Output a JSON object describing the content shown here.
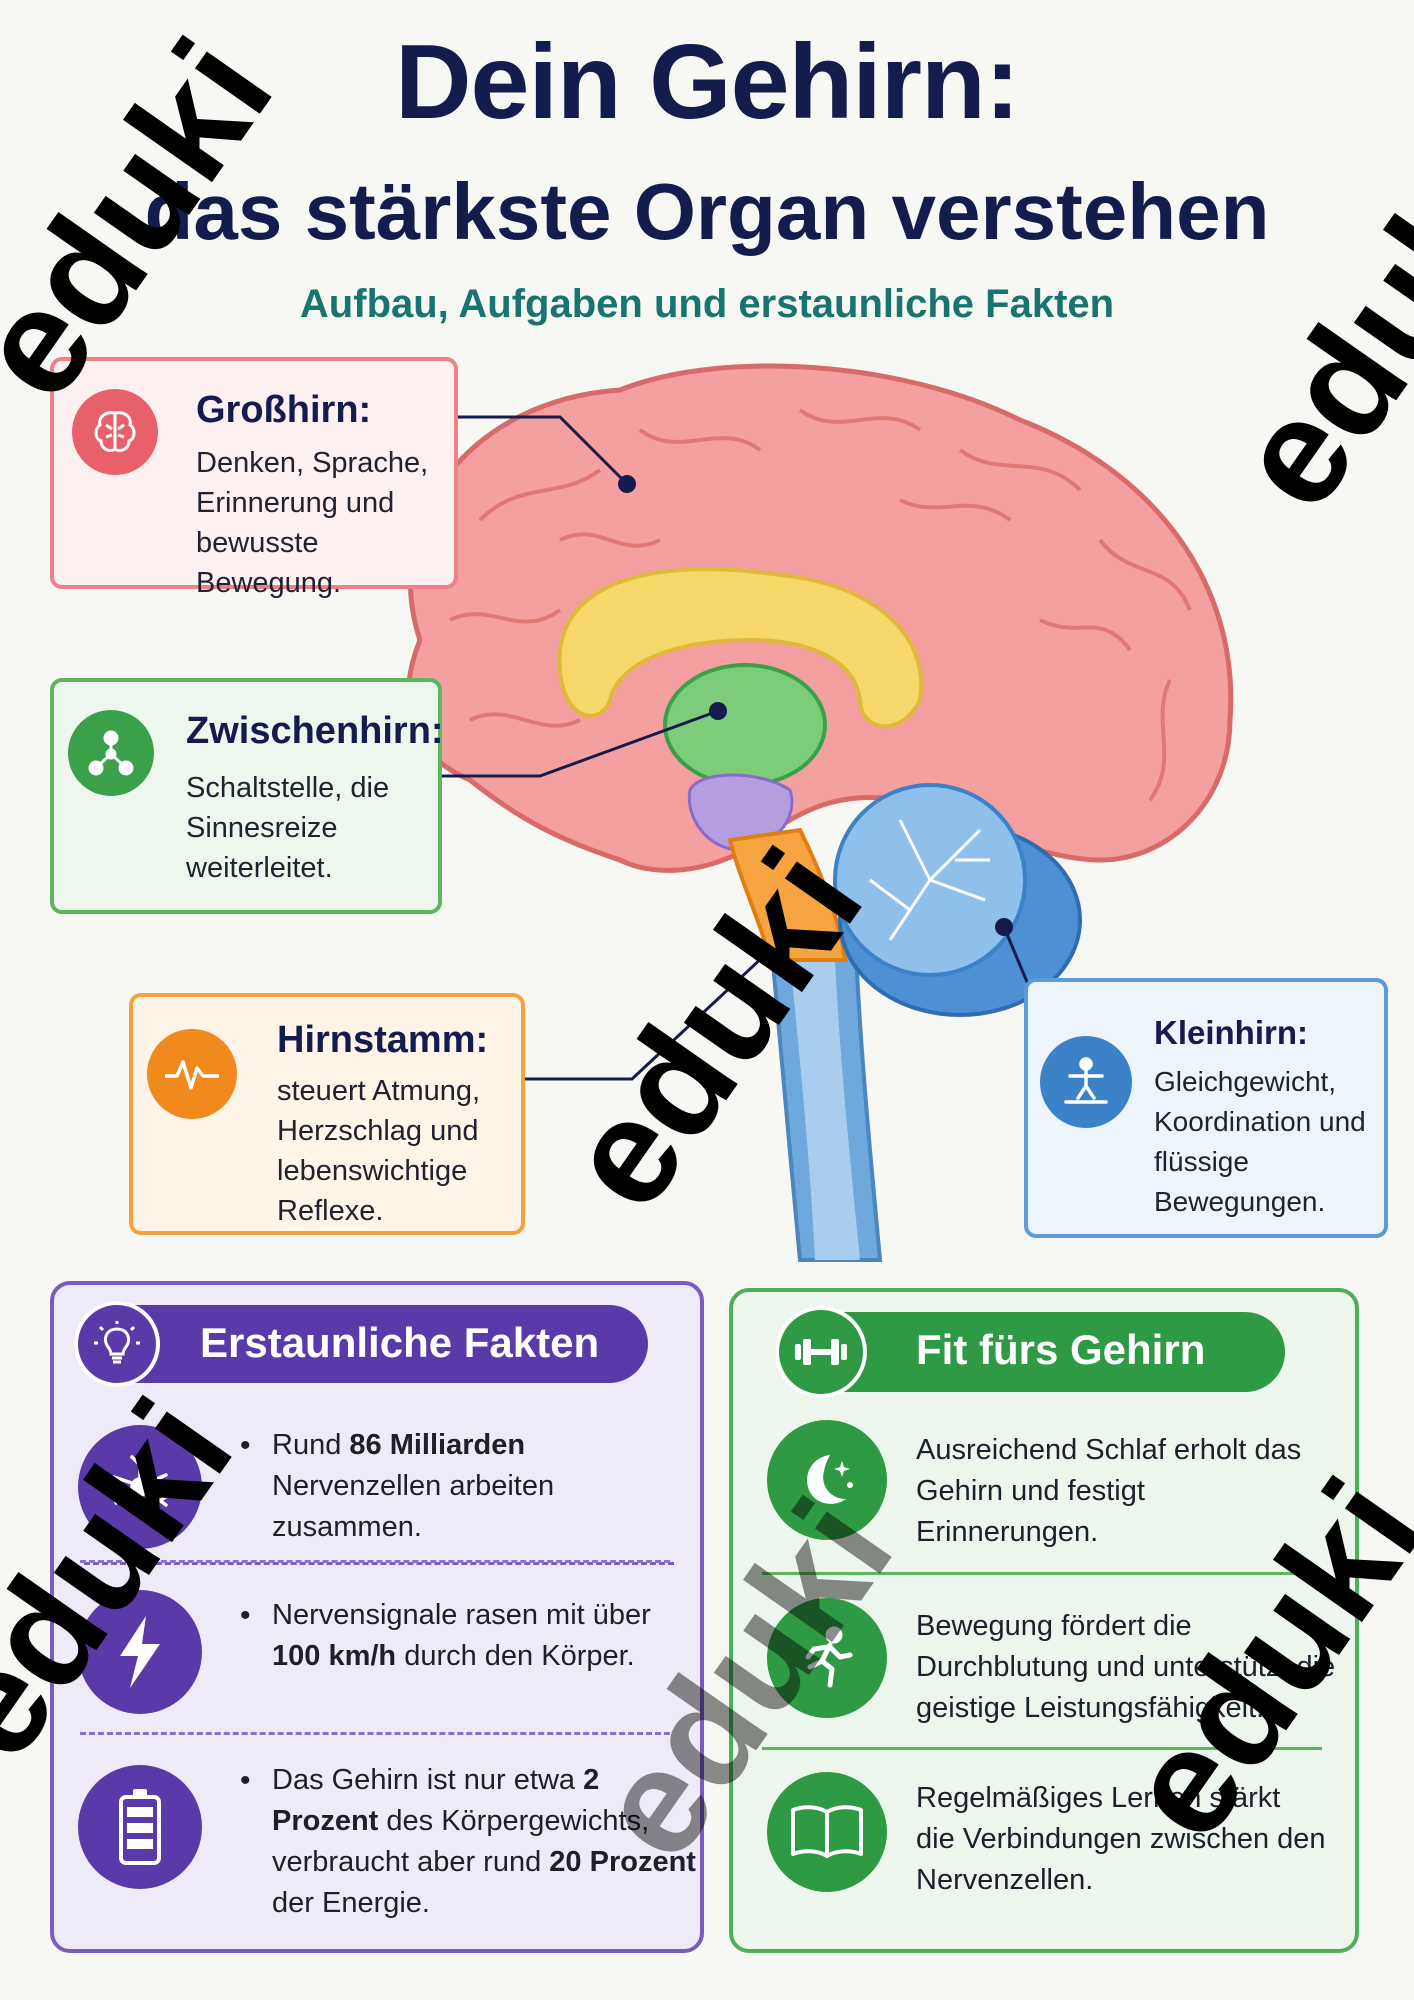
{
  "header": {
    "title_line1": "Dein Gehirn:",
    "title_line2": "das stärkste Organ verstehen",
    "subtitle": "Aufbau, Aufgaben und erstaunliche Fakten"
  },
  "labels": {
    "grosshirn": {
      "title": "Großhirn:",
      "text": "Denken, Sprache,\nErinnerung und\nbewusste Bewegung.",
      "color": "#e8606a",
      "icon": "brain-icon"
    },
    "zwischenhirn": {
      "title": "Zwischenhirn:",
      "text": "Schaltstelle, die\nSinnesreize\nweiterleitet.",
      "color": "#3aa14a",
      "icon": "network-icon"
    },
    "hirnstamm": {
      "title": "Hirnstamm:",
      "text": "steuert Atmung,\nHerzschlag und\nlebenswichtige\nReflexe.",
      "color": "#f08a1c",
      "icon": "heartbeat-icon"
    },
    "kleinhirn": {
      "title": "Kleinhirn:",
      "text": "Gleichgewicht,\nKoordination und\nflüssige\nBewegungen.",
      "color": "#3b82c8",
      "icon": "balance-person-icon"
    }
  },
  "facts": {
    "heading": "Erstaunliche Fakten",
    "color": "#5a3aa8",
    "items": [
      {
        "pre": "Rund ",
        "bold1": "86 Milliarden",
        "mid": " Nervenzellen arbeiten zusammen.",
        "bold2": "",
        "post": "",
        "icon": "neuron-icon"
      },
      {
        "pre": "Nervensignale rasen mit über ",
        "bold1": "100 km/h",
        "mid": " durch den Körper.",
        "bold2": "",
        "post": "",
        "icon": "lightning-icon"
      },
      {
        "pre": "Das Gehirn ist nur etwa ",
        "bold1": "2 Prozent",
        "mid": " des Körpergewichts, verbraucht aber rund ",
        "bold2": "20 Prozent",
        "post": " der Energie.",
        "icon": "battery-icon"
      }
    ]
  },
  "fitness": {
    "heading": "Fit fürs Gehirn",
    "color": "#2e9a44",
    "items": [
      {
        "text": "Ausreichend Schlaf erholt das Gehirn und festigt Erinnerungen.",
        "icon": "moon-stars-icon"
      },
      {
        "text": "Bewegung fördert die Durchblutung und unterstützt die geistige Leistungsfähigkeit.",
        "icon": "running-person-icon"
      },
      {
        "text": "Regelmäßiges Lernen stärkt die Verbindungen zwischen den Nervenzellen.",
        "icon": "open-book-icon"
      }
    ]
  },
  "watermark": "eduki"
}
